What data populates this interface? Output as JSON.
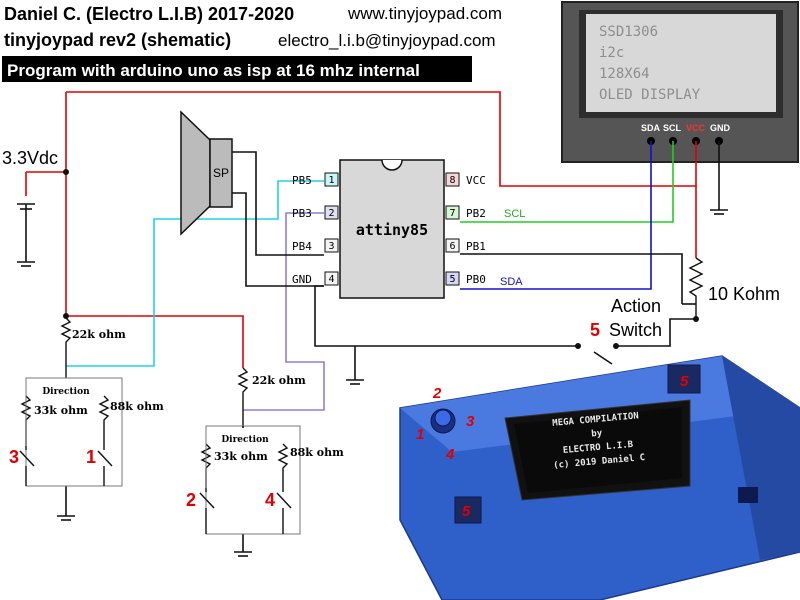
{
  "header": {
    "title": "Daniel C. (Electro L.I.B) 2017-2020",
    "website": "www.tinyjoypad.com",
    "subtitle": "tinyjoypad rev2 (shematic)",
    "email": "electro_l.i.b@tinyjoypad.com",
    "banner": "Program with arduino uno as isp at 16 mhz internal"
  },
  "oled": {
    "lines": [
      "SSD1306",
      "i2c",
      "128X64",
      "OLED DISPLAY"
    ],
    "pins": [
      "SDA",
      "SCL",
      "VCC",
      "GND"
    ]
  },
  "power": {
    "label": "3.3Vdc"
  },
  "speaker": {
    "label": "SP"
  },
  "chip": {
    "name": "attiny85",
    "left_pins": [
      {
        "name": "PB5",
        "num": "1"
      },
      {
        "name": "PB3",
        "num": "2"
      },
      {
        "name": "PB4",
        "num": "3"
      },
      {
        "name": "GND",
        "num": "4"
      }
    ],
    "right_pins": [
      {
        "name": "VCC",
        "num": "8"
      },
      {
        "name": "PB2",
        "num": "7"
      },
      {
        "name": "PB1",
        "num": "6"
      },
      {
        "name": "PB0",
        "num": "5"
      }
    ],
    "scl_tag": "SCL",
    "sda_tag": "SDA"
  },
  "resistors": {
    "pullup": "10 Kohm",
    "dir1_top": "22k ohm",
    "dir2_top": "22k ohm",
    "dir1_left": "33k ohm",
    "dir1_right": "88k ohm",
    "dir2_left": "33k ohm",
    "dir2_right": "88k ohm"
  },
  "direction_blocks": {
    "title": "Direction",
    "block1_buttons": [
      "3",
      "1"
    ],
    "block2_buttons": [
      "2",
      "4"
    ]
  },
  "action": {
    "number": "5",
    "line1": "Action",
    "line2": "Switch"
  },
  "device": {
    "screen_lines": [
      "MEGA COMPILATION",
      "by",
      "ELECTRO L.I.B",
      "(c) 2019 Daniel C"
    ],
    "dpad_labels": [
      "2",
      "3",
      "1",
      "4"
    ],
    "button_label": "5"
  },
  "colors": {
    "red_wire": "#e00000",
    "cyan_wire": "#1fd4e8",
    "green_wire": "#22cc22",
    "blue_wire": "#1111cc",
    "purple_wire": "#8a7ee0",
    "black_wire": "#111111",
    "device_blue": "#2f5fc8",
    "oled_bg": "#d8d8d8"
  }
}
